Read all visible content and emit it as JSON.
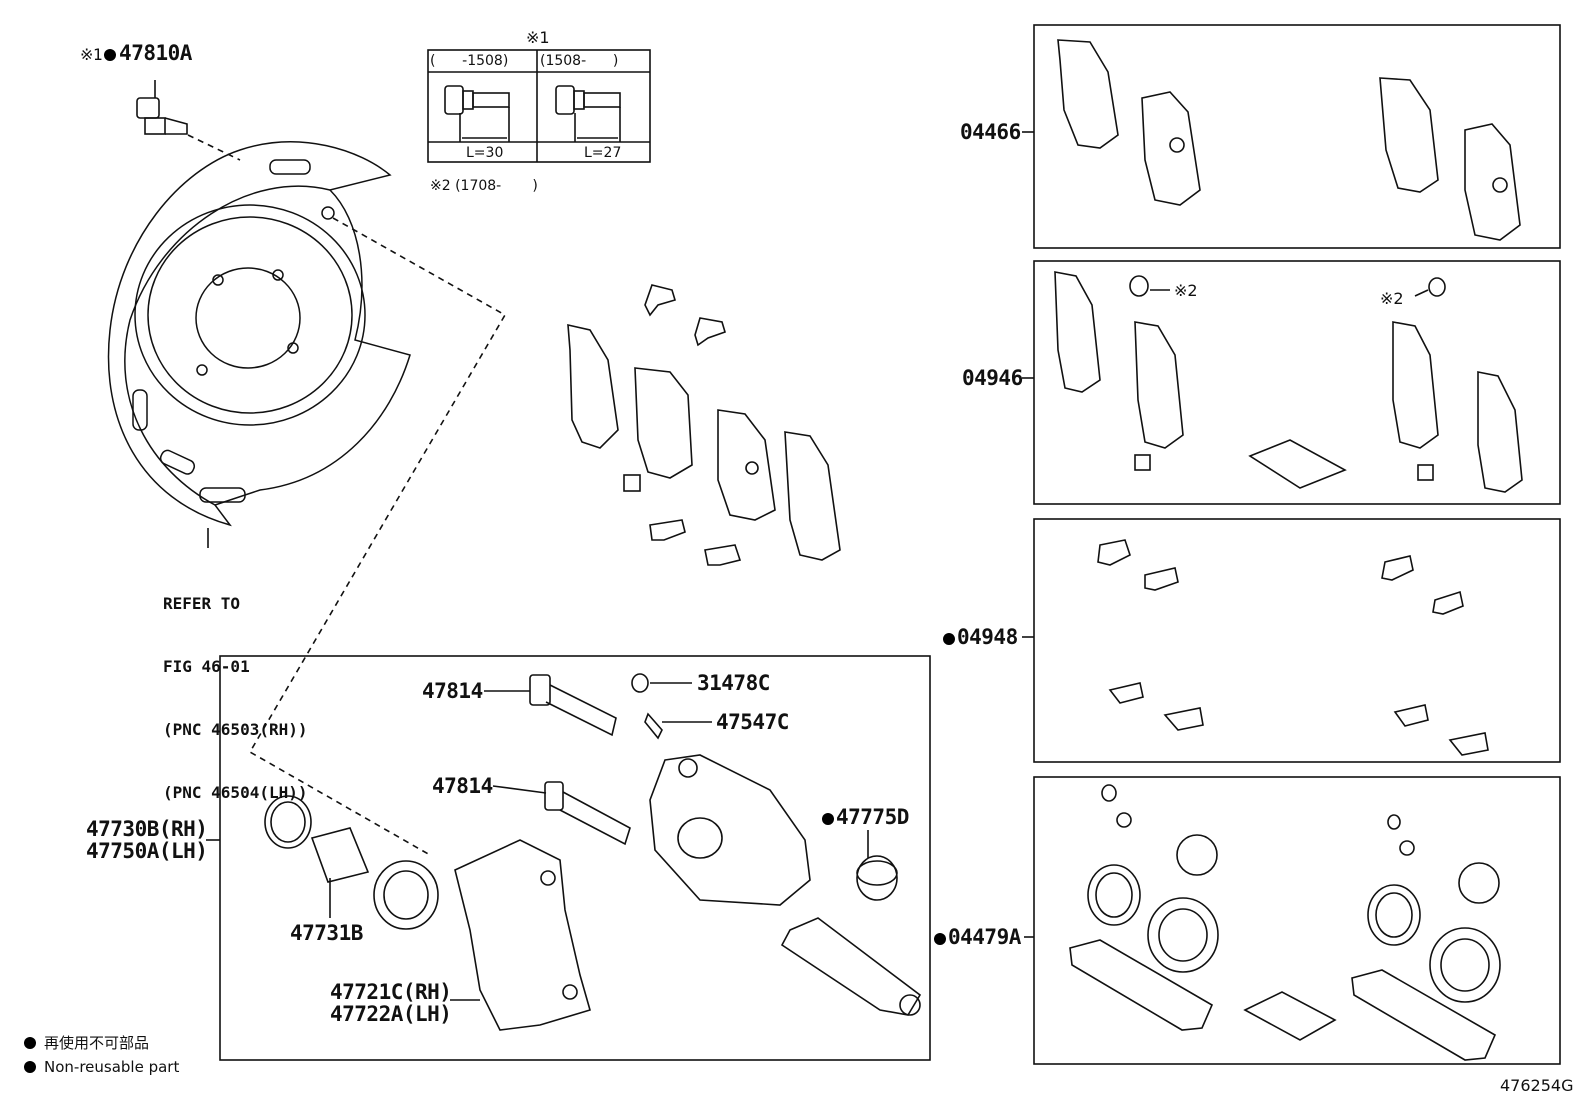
{
  "diagram_id": "476254G",
  "note_mark_1": "※1",
  "note_mark_2": "※2",
  "bolt_table": {
    "col1_header": "(      -1508)",
    "col2_header": "(1508-      )",
    "col1_length": "L=30",
    "col2_length": "L=27",
    "note2": "※2 (1708-       )"
  },
  "parts": {
    "bolt": "47810A",
    "bolt_prefix": "※1",
    "guide_pin_upper": "47814",
    "guide_pin_lower": "47814",
    "cap": "31478C",
    "bleeder": "47547C",
    "boot": "47775D",
    "caliper_rh": "47730B(RH)",
    "caliper_lh": "47750A(LH)",
    "piston": "47731B",
    "mounting_rh": "47721C(RH)",
    "mounting_lh": "47722A(LH)"
  },
  "refer": {
    "line1": "REFER TO",
    "line2": "FIG 46-01",
    "line3": "(PNC 46503(RH))",
    "line4": "(PNC 46504(LH))"
  },
  "kits": [
    {
      "code": "04466",
      "nonreusable": false
    },
    {
      "code": "04946",
      "nonreusable": false
    },
    {
      "code": "04948",
      "nonreusable": true
    },
    {
      "code": "04479A",
      "nonreusable": true
    }
  ],
  "kit2_marks": {
    "left": "※2",
    "right": "※2"
  },
  "legend": {
    "jp": "再使用不可部品",
    "en": "Non-reusable part"
  }
}
